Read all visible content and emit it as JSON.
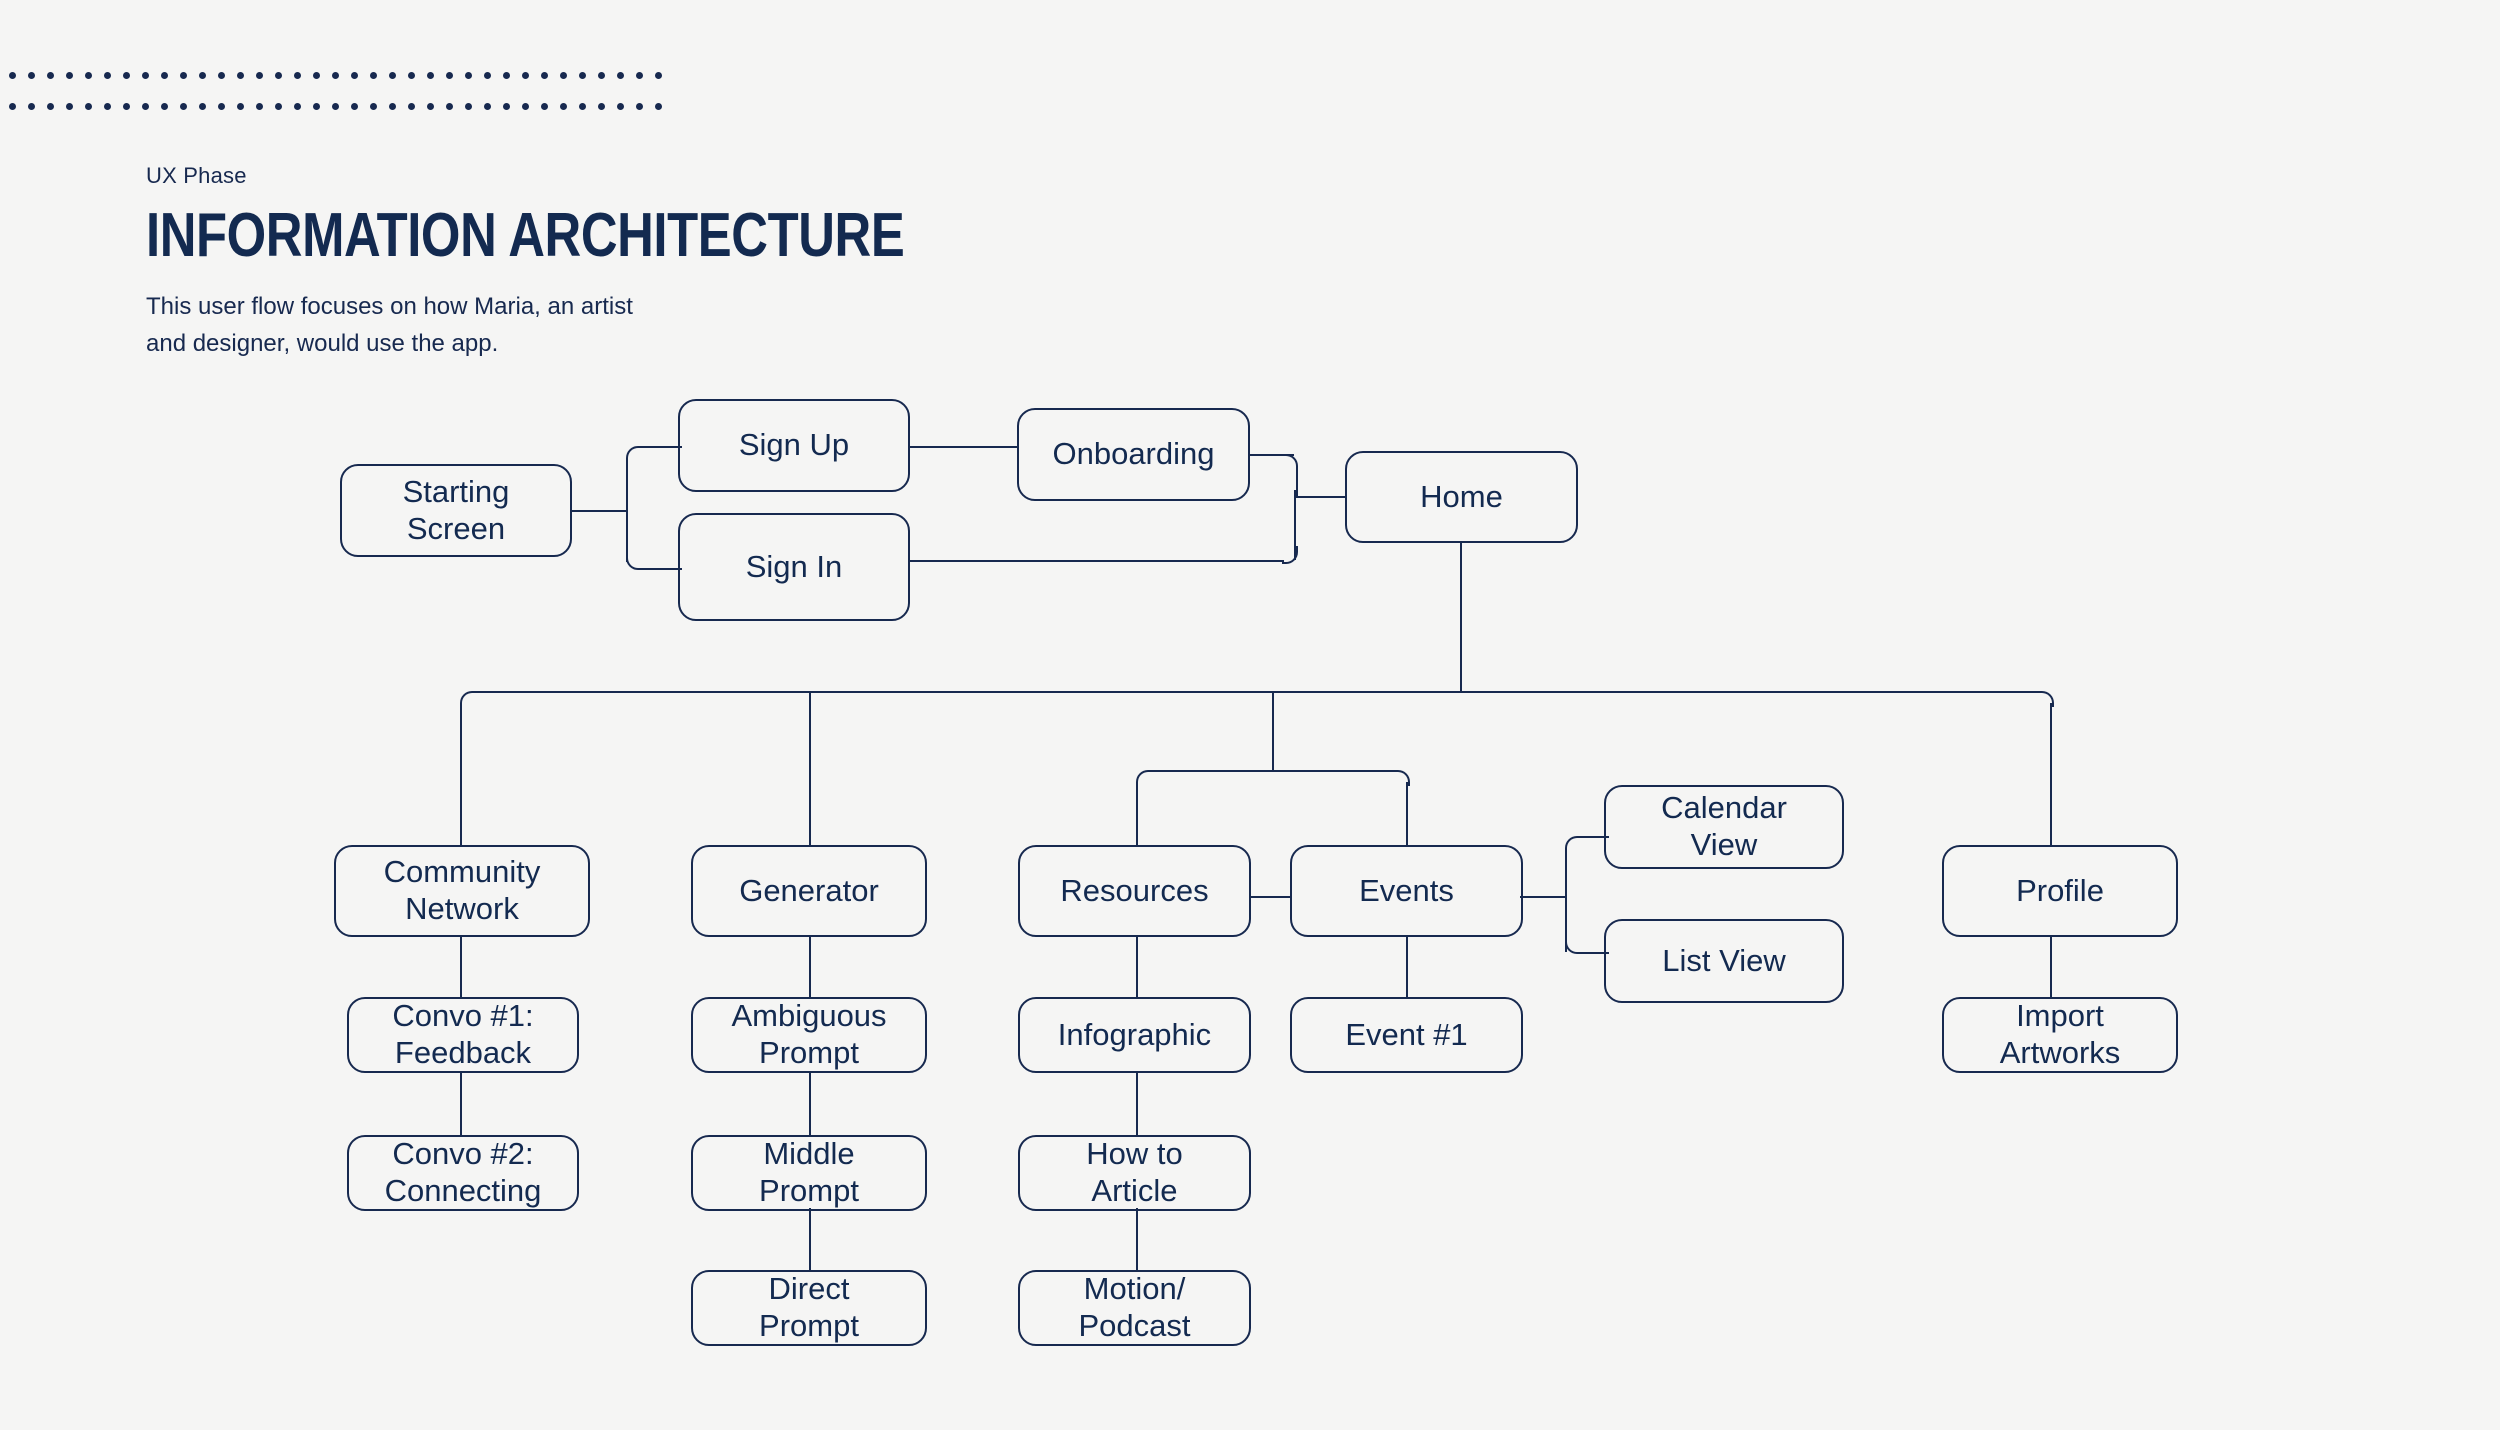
{
  "page": {
    "background_color": "#f5f5f4",
    "accent_color": "#17294f"
  },
  "header": {
    "eyebrow": "UX Phase",
    "title": "INFORMATION ARCHITECTURE",
    "subtitle_line1": "This user flow focuses on how Maria, an artist",
    "subtitle_line2": "and designer, would use the app."
  },
  "ornament": {
    "dot_rows": 2,
    "dots_per_row": 35
  },
  "chart_data": {
    "type": "diagram",
    "title": "INFORMATION ARCHITECTURE",
    "nodes": [
      {
        "id": "starting-screen",
        "label": "Starting\nScreen"
      },
      {
        "id": "sign-up",
        "label": "Sign Up"
      },
      {
        "id": "sign-in",
        "label": "Sign In"
      },
      {
        "id": "onboarding",
        "label": "Onboarding"
      },
      {
        "id": "home",
        "label": "Home"
      },
      {
        "id": "community-network",
        "label": "Community\nNetwork"
      },
      {
        "id": "convo-1",
        "label": "Convo #1:\nFeedback"
      },
      {
        "id": "convo-2",
        "label": "Convo #2:\nConnecting"
      },
      {
        "id": "generator",
        "label": "Generator"
      },
      {
        "id": "ambiguous-prompt",
        "label": "Ambiguous\nPrompt"
      },
      {
        "id": "middle-prompt",
        "label": "Middle\nPrompt"
      },
      {
        "id": "direct-prompt",
        "label": "Direct\nPrompt"
      },
      {
        "id": "resources",
        "label": "Resources"
      },
      {
        "id": "infographic",
        "label": "Infographic"
      },
      {
        "id": "how-to-article",
        "label": "How to\nArticle"
      },
      {
        "id": "motion-podcast",
        "label": "Motion/\nPodcast"
      },
      {
        "id": "events",
        "label": "Events"
      },
      {
        "id": "event-1",
        "label": "Event #1"
      },
      {
        "id": "calendar-view",
        "label": "Calendar\nView"
      },
      {
        "id": "list-view",
        "label": "List View"
      },
      {
        "id": "profile",
        "label": "Profile"
      },
      {
        "id": "import-artworks",
        "label": "Import\nArtworks"
      }
    ],
    "edges": [
      {
        "from": "starting-screen",
        "to": "sign-up"
      },
      {
        "from": "starting-screen",
        "to": "sign-in"
      },
      {
        "from": "sign-up",
        "to": "onboarding"
      },
      {
        "from": "onboarding",
        "to": "home"
      },
      {
        "from": "sign-in",
        "to": "home"
      },
      {
        "from": "home",
        "to": "community-network"
      },
      {
        "from": "home",
        "to": "generator"
      },
      {
        "from": "home",
        "to": "resources"
      },
      {
        "from": "home",
        "to": "events"
      },
      {
        "from": "home",
        "to": "profile"
      },
      {
        "from": "community-network",
        "to": "convo-1"
      },
      {
        "from": "convo-1",
        "to": "convo-2"
      },
      {
        "from": "generator",
        "to": "ambiguous-prompt"
      },
      {
        "from": "ambiguous-prompt",
        "to": "middle-prompt"
      },
      {
        "from": "middle-prompt",
        "to": "direct-prompt"
      },
      {
        "from": "resources",
        "to": "infographic"
      },
      {
        "from": "infographic",
        "to": "how-to-article"
      },
      {
        "from": "how-to-article",
        "to": "motion-podcast"
      },
      {
        "from": "resources",
        "to": "events"
      },
      {
        "from": "events",
        "to": "event-1"
      },
      {
        "from": "events",
        "to": "calendar-view"
      },
      {
        "from": "events",
        "to": "list-view"
      },
      {
        "from": "profile",
        "to": "import-artworks"
      }
    ]
  }
}
